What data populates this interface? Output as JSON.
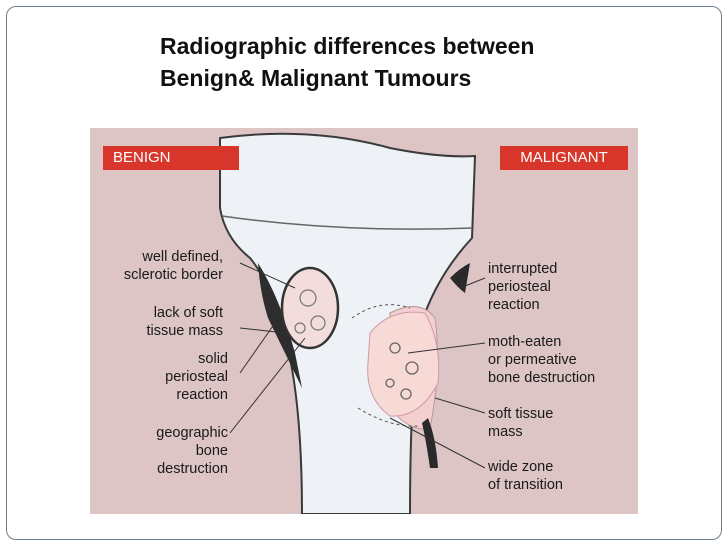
{
  "slide": {
    "title_line1": "Radiographic differences between",
    "title_line2": "Benign& Malignant Tumours"
  },
  "figure": {
    "tag_benign": "BENIGN",
    "tag_malignant": "MALIGNANT",
    "left_labels": [
      {
        "line1": "well defined,",
        "line2": "sclerotic border",
        "line3": ""
      },
      {
        "line1": "lack of soft",
        "line2": "tissue mass",
        "line3": ""
      },
      {
        "line1": "solid",
        "line2": "periosteal",
        "line3": "reaction"
      },
      {
        "line1": "geographic",
        "line2": "bone",
        "line3": "destruction"
      }
    ],
    "right_labels": [
      {
        "line1": "interrupted",
        "line2": "periosteal",
        "line3": "reaction"
      },
      {
        "line1": "moth-eaten",
        "line2": "or permeative",
        "line3": "bone destruction"
      },
      {
        "line1": "soft tissue",
        "line2": "mass",
        "line3": ""
      },
      {
        "line1": "wide zone",
        "line2": "of transition",
        "line3": ""
      }
    ],
    "colors": {
      "background": "#dcc5c4",
      "tag": "#d9362b",
      "bone": "#eef1f5",
      "lesion": "#f7d9d6"
    }
  }
}
